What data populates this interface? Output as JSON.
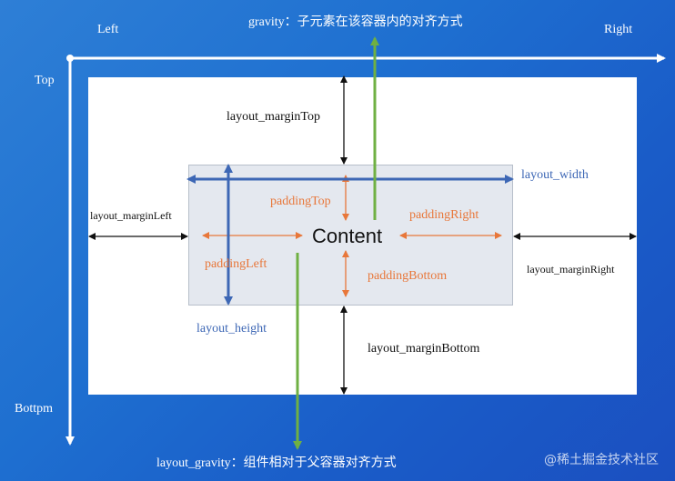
{
  "axes": {
    "left": "Left",
    "right": "Right",
    "top": "Top",
    "bottom": "Bottpm"
  },
  "labels": {
    "gravity": "gravity：子元素在该容器内的对齐方式",
    "layout_gravity": "layout_gravity：组件相对于父容器对齐方式",
    "layout_marginTop": "layout_marginTop",
    "layout_marginLeft": "layout_marginLeft",
    "layout_marginRight": "layout_marginRight",
    "layout_marginBottom": "layout_marginBottom",
    "layout_width": "layout_width",
    "layout_height": "layout_height",
    "paddingTop": "paddingTop",
    "paddingLeft": "paddingLeft",
    "paddingRight": "paddingRight",
    "paddingBottom": "paddingBottom",
    "content": "Content"
  },
  "watermark": "@稀土掘金技术社区",
  "colors": {
    "background": "#1e6fd0",
    "padding_arrows": "#e8773a",
    "size_arrows": "#3d67b5",
    "gravity_arrows": "#6fb043",
    "margin_arrows": "#111111",
    "axis": "#ffffff"
  }
}
